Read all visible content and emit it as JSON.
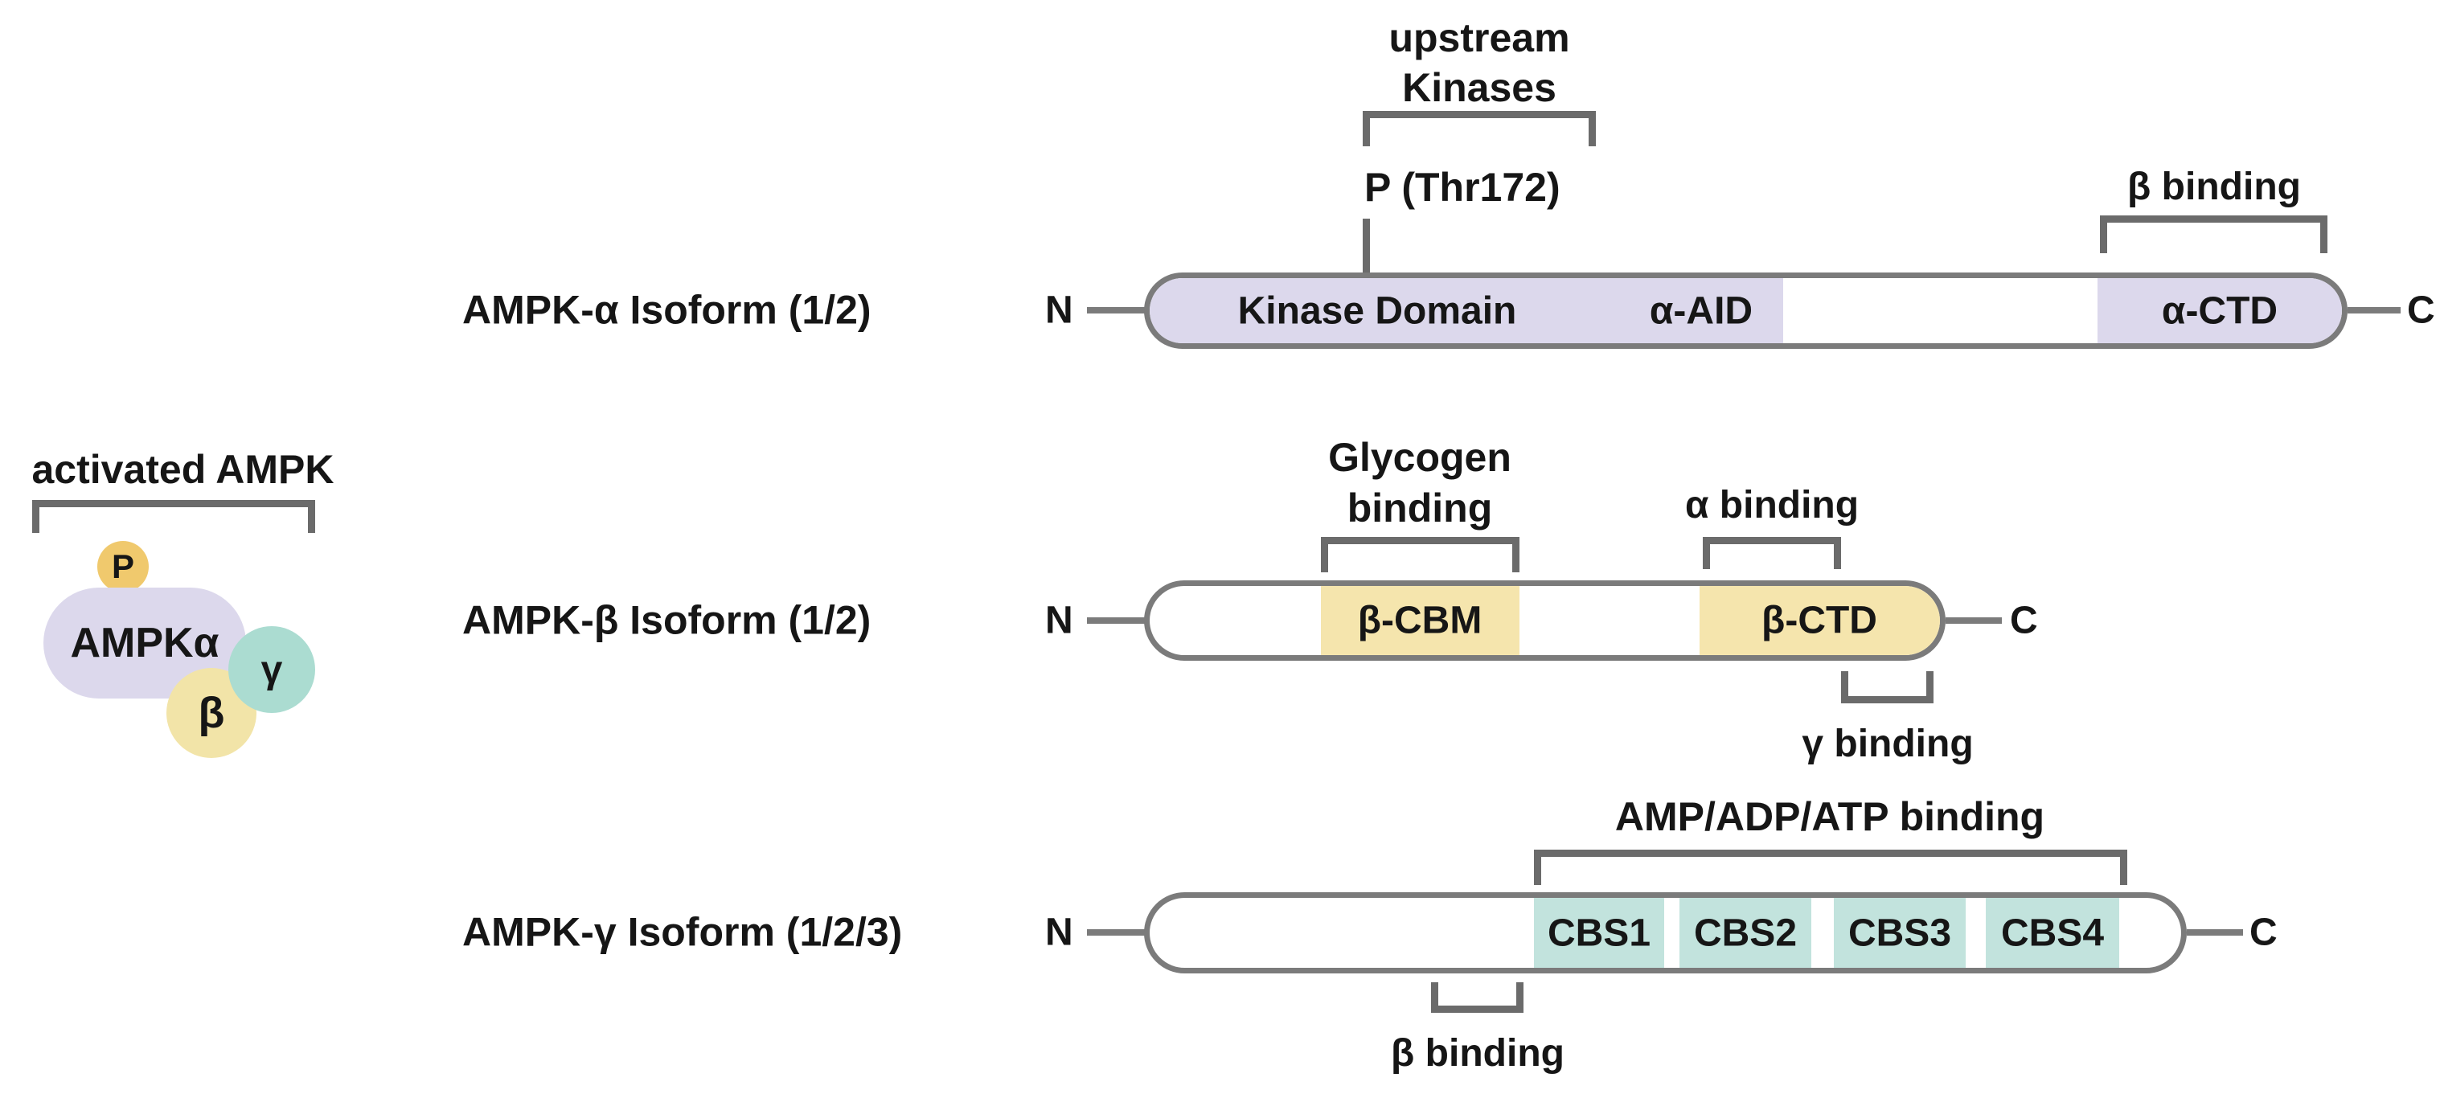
{
  "colors": {
    "lavender": "#dcd8ec",
    "domain_yellow": "#f5e5ad",
    "domain_teal": "#c2e3dd",
    "phospho_gold": "#f0c96d",
    "beta_circle_yellow": "#f2e4a8",
    "gamma_circle_teal": "#abdcd1",
    "bar_outline_gray": "#7b7b7b",
    "bracket_gray": "#6b6b6b",
    "text": "#161616"
  },
  "cartoon": {
    "title": "activated AMPK",
    "p_label": "P",
    "alpha_label": "AMPKα",
    "beta_label": "β",
    "gamma_label": "γ"
  },
  "rows": [
    {
      "label": "AMPK-α Isoform (1/2)",
      "n": "N",
      "c": "C",
      "domains": [
        {
          "name": "Kinase Domain"
        },
        {
          "name": "α-AID"
        },
        {
          "name": "α-CTD"
        }
      ],
      "annotations": {
        "upstream_line1": "upstream",
        "upstream_line2": "Kinases",
        "phospho": "P (Thr172)",
        "beta_binding": "β binding"
      }
    },
    {
      "label": "AMPK-β Isoform (1/2)",
      "n": "N",
      "c": "C",
      "domains": [
        {
          "name": "β-CBM"
        },
        {
          "name": "β-CTD"
        }
      ],
      "annotations": {
        "glycogen_line1": "Glycogen",
        "glycogen_line2": "binding",
        "alpha_binding": "α binding",
        "gamma_binding": "γ binding"
      }
    },
    {
      "label": "AMPK-γ Isoform (1/2/3)",
      "n": "N",
      "c": "C",
      "domains": [
        {
          "name": "CBS1"
        },
        {
          "name": "CBS2"
        },
        {
          "name": "CBS3"
        },
        {
          "name": "CBS4"
        }
      ],
      "annotations": {
        "amp_binding": "AMP/ADP/ATP binding",
        "beta_binding": "β binding"
      }
    }
  ]
}
